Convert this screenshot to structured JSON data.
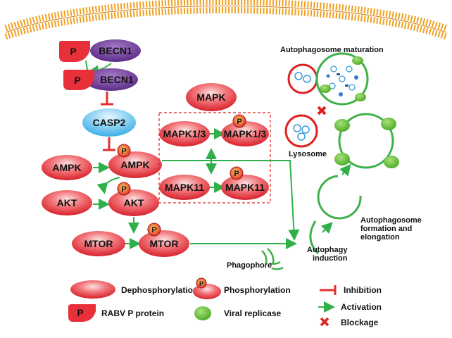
{
  "nodes": {
    "p_protein": "P",
    "becn1_top": "BECN1",
    "becn1_complex": "BECN1",
    "casp2": "CASP2",
    "ampk": "AMPK",
    "ampk_p": "AMPK",
    "akt": "AKT",
    "akt_p": "AKT",
    "mtor": "MTOR",
    "mtor_p": "MTOR",
    "mapk": "MAPK",
    "mapk13": "MAPK1/3",
    "mapk13_p": "MAPK1/3",
    "mapk11": "MAPK11",
    "mapk11_p": "MAPK11",
    "p_badge": "P"
  },
  "labels": {
    "maturation": "Autophagosome maturation",
    "lysosome": "Lysosome",
    "formation_line1": "Autophagosome",
    "formation_line2": "formation and",
    "formation_line3": "elongation",
    "induction_line1": "Autophagy",
    "induction_line2": "induction",
    "phagophore": "Phagophore"
  },
  "legend": {
    "dephos": "Dephosphorylation",
    "phos": "Phosphorylation",
    "inhibition": "Inhibition",
    "rabv": "RABV P protein",
    "viral": "Viral replicase",
    "activation": "Activation",
    "blockage": "Blockage"
  },
  "colors": {
    "red_node": "#e8303a",
    "purple_node": "#7a3fa0",
    "blue_node": "#4fb6e6",
    "green": "#2fb04a",
    "inhibit_red": "#e23030",
    "membrane_orange": "#f0a020",
    "dashed_box": "#e02020"
  }
}
